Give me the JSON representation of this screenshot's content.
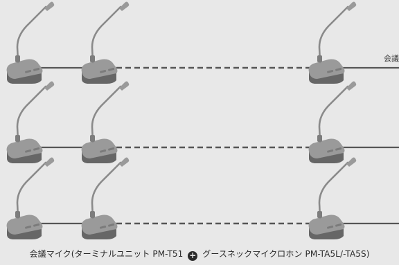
{
  "diagram": {
    "label_right": "会議",
    "caption": {
      "prefix": "会議マイク(ターミナルユニット PM-T51",
      "suffix": "グースネックマイクロホン PM-TA5L/-TA5S)"
    }
  },
  "colors": {
    "background": "#e8e8e8",
    "cable": "#555555",
    "unit_dark": "#666666",
    "unit_light": "#9a9a9a"
  }
}
